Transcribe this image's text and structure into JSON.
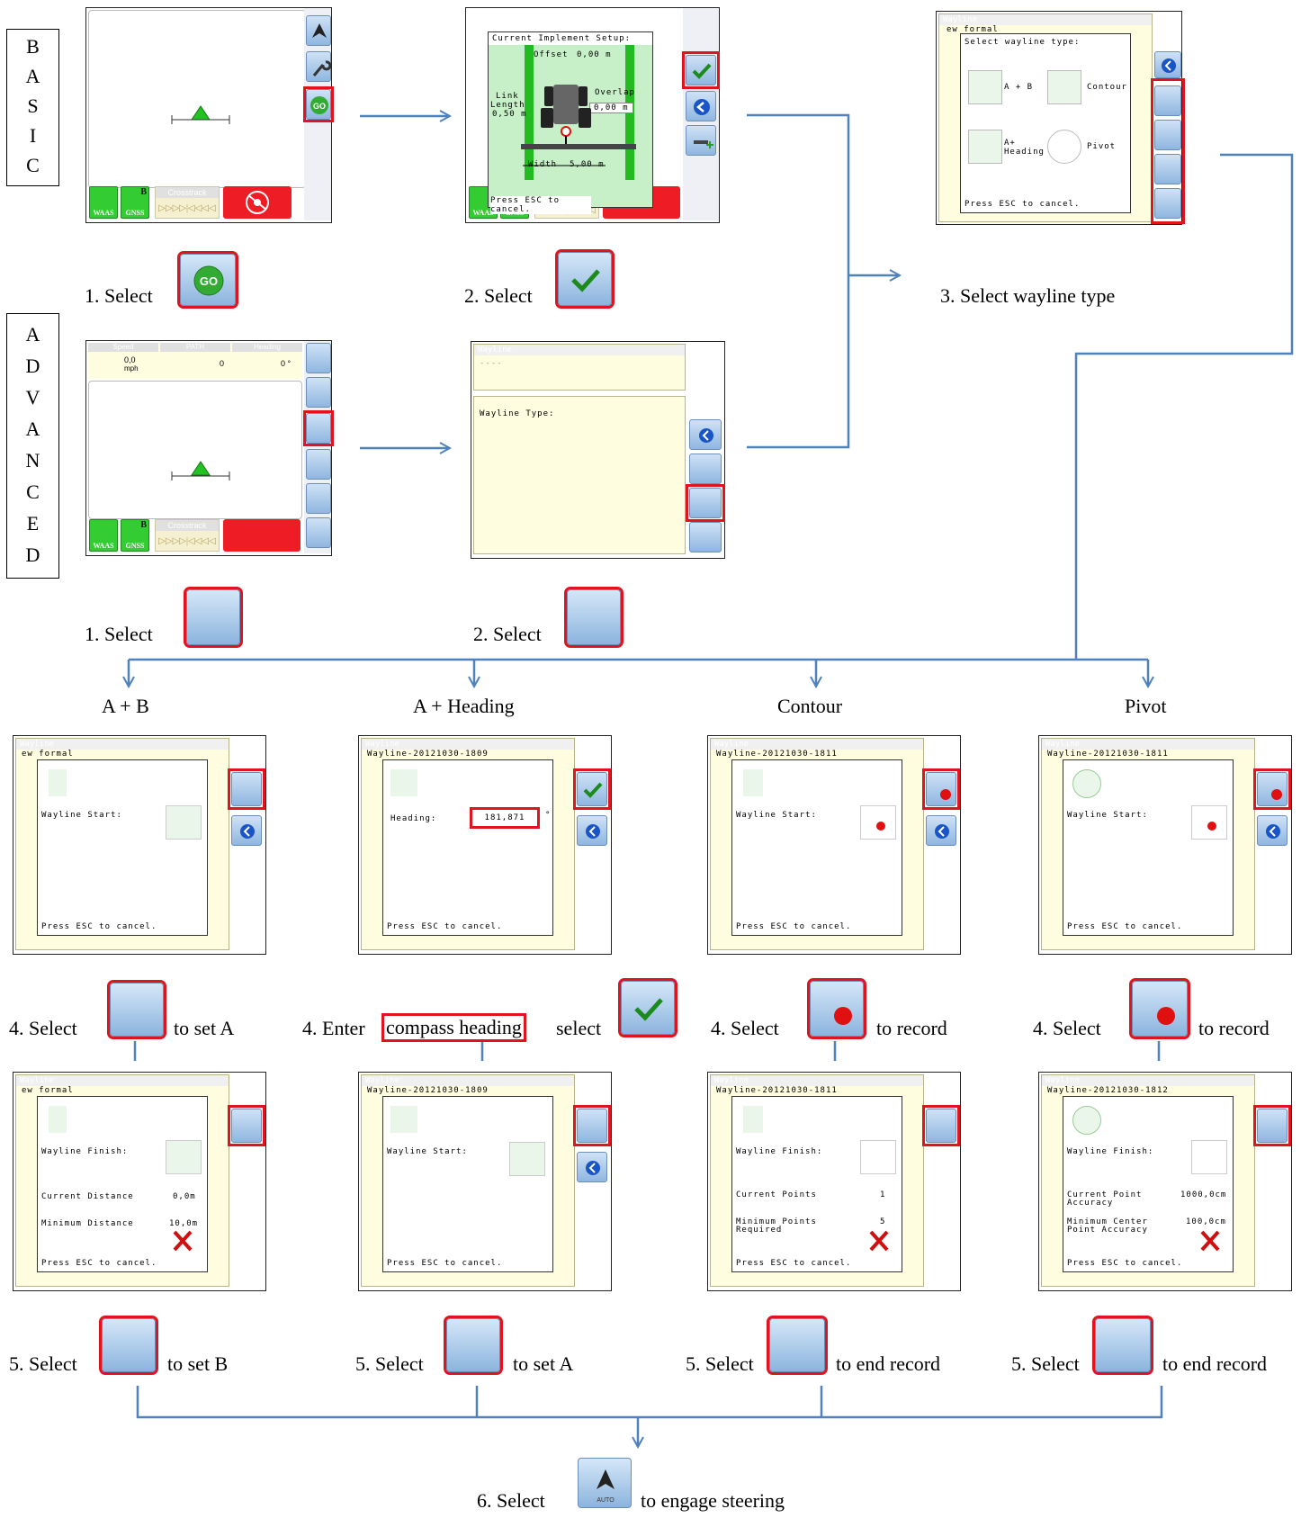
{
  "side_labels": {
    "basic": [
      "B",
      "A",
      "S",
      "I",
      "C"
    ],
    "advanced": [
      "A",
      "D",
      "V",
      "A",
      "N",
      "C",
      "E",
      "D"
    ]
  },
  "screens": {
    "basic_main": {
      "crosstrack_header": "Crosstrack",
      "badge_waas": "WAAS",
      "badge_gnss": "GNSS",
      "gnss_letter": "B",
      "go_label": "GO"
    },
    "implement": {
      "title": "Current Implement Setup:",
      "offset_label": "Offset",
      "offset_value": "0,00 m",
      "overlap_label": "Overlap",
      "overlap_value": "0,00 m",
      "link_label_1": "Link",
      "link_label_2": "Length",
      "link_value": "0,50 m",
      "width_label": "Width",
      "width_value": "5,00 m",
      "cancel_hint": "Press ESC to cancel."
    },
    "wayline_type": {
      "title": "Wayline",
      "subtitle": "ew formal",
      "prompt": "Select wayline type:",
      "ab": "A + B",
      "contour": "Contour",
      "heading_1": "A+",
      "heading_2": "Heading",
      "pivot": "Pivot",
      "cancel_hint": "Press ESC to cancel."
    },
    "advanced_main": {
      "speed_header": "Speed",
      "speed_value": "0,0",
      "speed_unit": "mph",
      "path_header": "PATH",
      "path_value": "0",
      "heading_header": "Heading",
      "heading_value": "0 °",
      "crosstrack_header": "Crosstrack",
      "badge_waas": "WAAS",
      "badge_gnss": "GNSS",
      "gnss_letter": "B"
    },
    "wayline_adv": {
      "title": "Wayline",
      "name": "----",
      "type_label": "Wayline Type:"
    },
    "ab_start": {
      "title": "Wayline",
      "name": "ew formal",
      "field": "Wayline Start:",
      "cancel_hint": "Press ESC to cancel."
    },
    "heading_start": {
      "title": "Wayline",
      "name": "Wayline-20121030-1809",
      "field": "Heading:",
      "value": "181,871",
      "unit": "°",
      "cancel_hint": "Press ESC to cancel."
    },
    "contour_start": {
      "title": "Wayline",
      "name": "Wayline-20121030-1811",
      "field": "Wayline Start:",
      "cancel_hint": "Press ESC to cancel."
    },
    "pivot_start": {
      "title": "Wayline",
      "name": "Wayline-20121030-1811",
      "field": "Wayline Start:",
      "cancel_hint": "Press ESC to cancel."
    },
    "ab_finish": {
      "title": "Wayline",
      "name": "ew formal",
      "field": "Wayline Finish:",
      "row1_label": "Current Distance",
      "row1_value": "0,0m",
      "row2_label": "Minimum Distance",
      "row2_value": "10,0m",
      "cancel_hint": "Press ESC to cancel."
    },
    "heading_set": {
      "title": "Wayline",
      "name": "Wayline-20121030-1809",
      "field": "Wayline Start:",
      "cancel_hint": "Press ESC to cancel."
    },
    "contour_finish": {
      "title": "Wayline",
      "name": "Wayline-20121030-1811",
      "field": "Wayline Finish:",
      "row1_label": "Current Points",
      "row1_value": "1",
      "row2_label_1": "Minimum Points",
      "row2_label_2": "Required",
      "row2_value": "5",
      "cancel_hint": "Press ESC to cancel."
    },
    "pivot_finish": {
      "title": "Wayline",
      "name": "Wayline-20121030-1812",
      "field": "Wayline Finish:",
      "row1_label_1": "Current Point",
      "row1_label_2": "Accuracy",
      "row1_value": "1000,0cm",
      "row2_label_1": "Minimum Center",
      "row2_label_2": "Point Accuracy",
      "row2_value": "100,0cm",
      "cancel_hint": "Press ESC to cancel."
    }
  },
  "steps": {
    "basic_1": "1.  Select",
    "basic_2": "2. Select",
    "step_3": "3. Select wayline type",
    "adv_1": "1.  Select",
    "adv_2": "2. Select",
    "col_ab": "A + B",
    "col_heading": "A + Heading",
    "col_contour": "Contour",
    "col_pivot": "Pivot",
    "s4_ab_pre": "4.  Select",
    "s4_ab_post": "to set A",
    "s4_hd_pre": "4. Enter",
    "s4_hd_box": "compass heading",
    "s4_hd_post": "select",
    "s4_ct_pre": "4.  Select",
    "s4_ct_post": "to record",
    "s4_pv_pre": "4.  Select",
    "s4_pv_post": "to record",
    "s5_ab_pre": "5. Select",
    "s5_ab_post": "to set B",
    "s5_hd_pre": "5. Select",
    "s5_hd_post": "to set A",
    "s5_ct_pre": "5. Select",
    "s5_ct_post": "to end record",
    "s5_pv_pre": "5. Select",
    "s5_pv_post": "to end record",
    "s6_pre": "6.  Select",
    "s6_post": "to engage steering",
    "auto_label": "AUTO"
  },
  "colors": {
    "flow_line": "#4f81bd",
    "highlight": "#e0141e",
    "green": "#33cc33",
    "panel": "#fffde0"
  }
}
